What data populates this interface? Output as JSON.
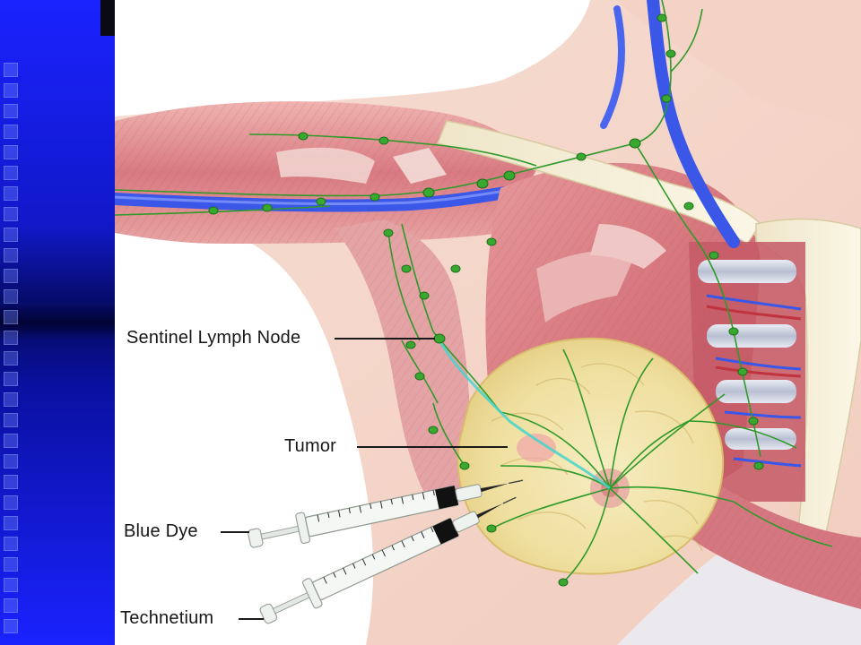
{
  "labels": {
    "sentinel_node": "Sentinel Lymph Node",
    "tumor": "Tumor",
    "blue_dye": "Blue Dye",
    "technetium": "Technetium"
  },
  "colors": {
    "sidebar_blue": "#1a22ff",
    "muscle": "#d97b80",
    "vein_blue": "#3a57e8",
    "lymph_green": "#2f9a2a",
    "breast_tissue": "#f0e3a9",
    "bone": "#f4ecd2"
  }
}
